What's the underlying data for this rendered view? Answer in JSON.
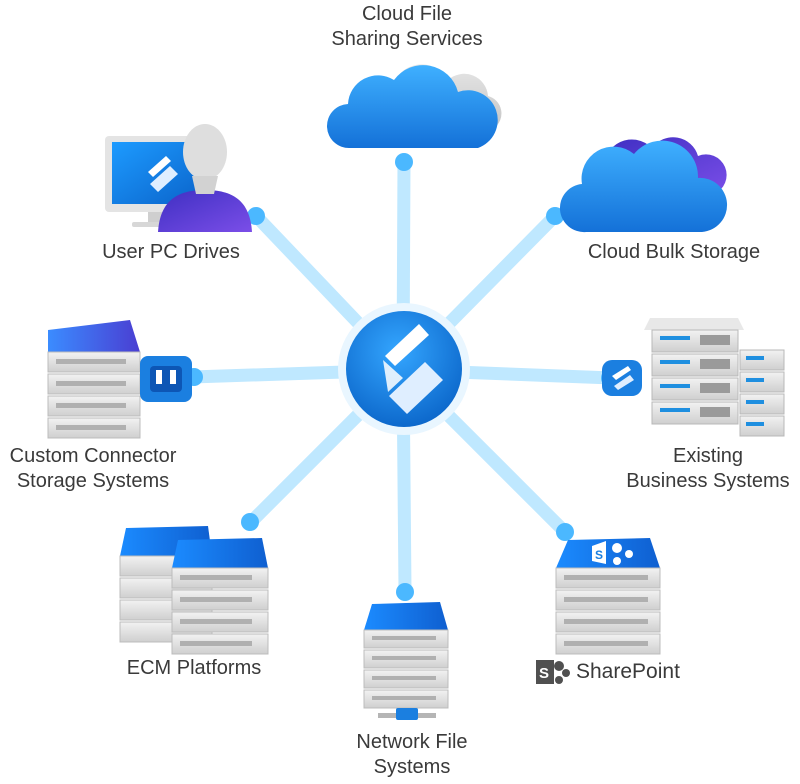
{
  "diagram": {
    "hub": {
      "icon": "hub-logo-icon"
    },
    "nodes": {
      "cloud_file_sharing": {
        "label_line1": "Cloud File",
        "label_line2": "Sharing Services",
        "icon": "cloud-icon"
      },
      "cloud_bulk_storage": {
        "label": "Cloud Bulk Storage",
        "icon": "cloud-icon"
      },
      "user_pc_drives": {
        "label": "User PC Drives",
        "icon": "user-pc-icon"
      },
      "existing_business": {
        "label_line1": "Existing",
        "label_line2": "Business Systems",
        "icon": "server-rack-icon"
      },
      "custom_connector": {
        "label_line1": "Custom Connector",
        "label_line2": "Storage Systems",
        "icon": "server-plug-icon"
      },
      "ecm_platforms": {
        "label": "ECM Platforms",
        "icon": "server-stack-icon"
      },
      "sharepoint": {
        "label": "SharePoint",
        "icon": "sharepoint-server-icon"
      },
      "network_file": {
        "label_line1": "Network File",
        "label_line2": "Systems",
        "icon": "network-server-icon"
      }
    },
    "colors": {
      "accent_blue": "#1f8fe0",
      "deep_blue": "#0a66c2",
      "purple": "#5b3fd6",
      "connector": "#bfe8ff"
    }
  }
}
